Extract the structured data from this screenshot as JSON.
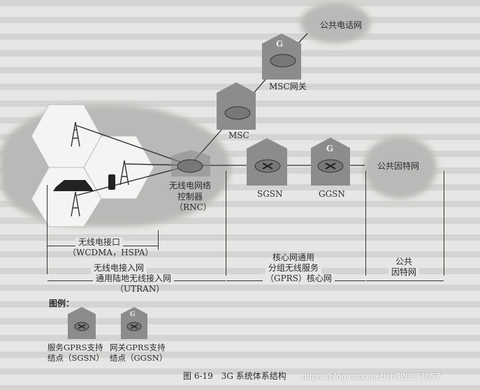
{
  "nodes": {
    "pstn": "公共电话网",
    "msc_gateway": "MSC网关",
    "msc": "MSC",
    "rnc_line1": "无线电网络",
    "rnc_line2": "控制器",
    "rnc_line3": "（RNC）",
    "sgsn": "SGSN",
    "ggsn": "GGSN",
    "internet": "公共因特网",
    "gateway_badge": "G"
  },
  "spans": {
    "radio_interface": "无线电接口",
    "radio_interface_sub": "（WCDMA，HSPA）",
    "utran_line1": "无线电接入网",
    "utran_line2": "通用陆地无线接入网",
    "utran_line3": "（UTRAN）",
    "core_line1": "核心网通用",
    "core_line2": "分组无线服务",
    "core_line3": "（GPRS）核心网",
    "public_line1": "公共",
    "public_line2": "因特网"
  },
  "legend": {
    "title": "图例：",
    "sgsn_line1": "服务GPRS支持",
    "sgsn_line2": "结点（SGSN）",
    "ggsn_line1": "网关GPRS支持",
    "ggsn_line2": "结点（GGSN）"
  },
  "caption": "图 6-19　3G 系统体系结构",
  "watermark": "https://blog.csdn.net/zh328271057"
}
